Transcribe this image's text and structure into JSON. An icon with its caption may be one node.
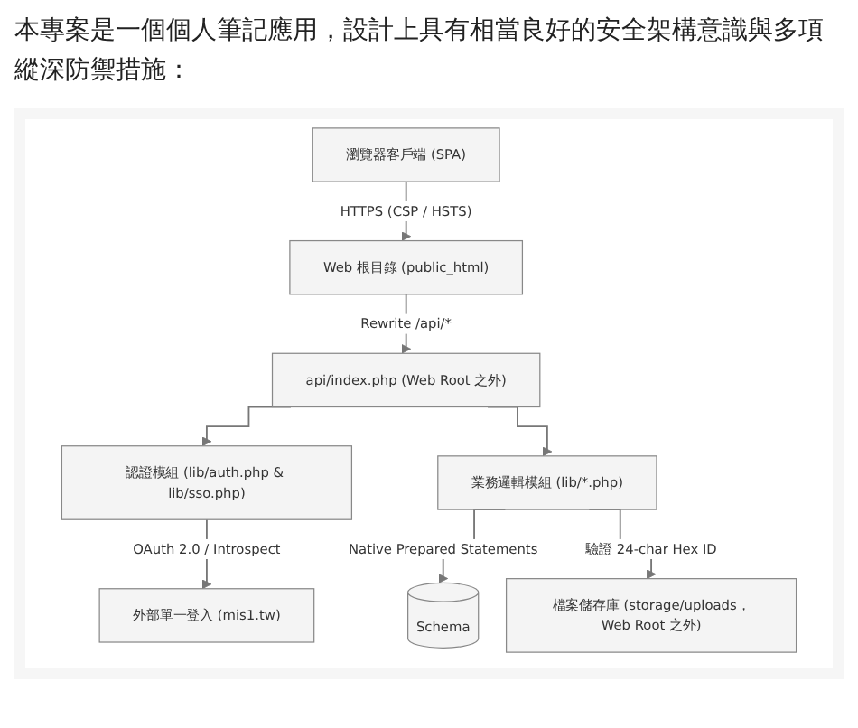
{
  "diagram": {
    "title": "本專案是一個個人筆記應用，設計上具有相當良好的安全架構意識與多項縱深防禦措施：",
    "nodes": [
      {
        "text": [
          "瀏覽器客戶端 (SPA)"
        ]
      },
      {
        "text": [
          "Web 根目錄 (public_html)"
        ]
      },
      {
        "text": [
          "api/index.php (Web Root 之外)"
        ]
      },
      {
        "text": [
          "認證模組 (lib/auth.php & lib/sso.php)"
        ]
      },
      {
        "text": [
          "業務邏輯模組 (lib/*.php)"
        ]
      },
      {
        "text": [
          "外部單一登入 (mis1.tw)"
        ]
      },
      {
        "text": [
          "Schema"
        ]
      },
      {
        "text": [
          "檔案儲存庫 (storage/uploads，Web Root 之外)"
        ]
      }
    ],
    "edges": [
      {
        "from": 0,
        "to": 1,
        "arrow": "to",
        "label": "HTTPS (CSP / HSTS)"
      },
      {
        "from": 1,
        "to": 2,
        "arrow": "to",
        "label": "Rewrite /api/*"
      },
      {
        "from": 2,
        "to": 3,
        "arrow": "to"
      },
      {
        "from": 2,
        "to": 4,
        "arrow": "to"
      },
      {
        "from": 3,
        "to": 5,
        "arrow": "to",
        "label": "OAuth 2.0 / Introspect"
      },
      {
        "from": 4,
        "to": 6,
        "arrow": "to",
        "label": "Native Prepared Statements"
      },
      {
        "from": 4,
        "to": 7,
        "arrow": "to",
        "label": "驗證 24-char Hex ID"
      }
    ]
  }
}
